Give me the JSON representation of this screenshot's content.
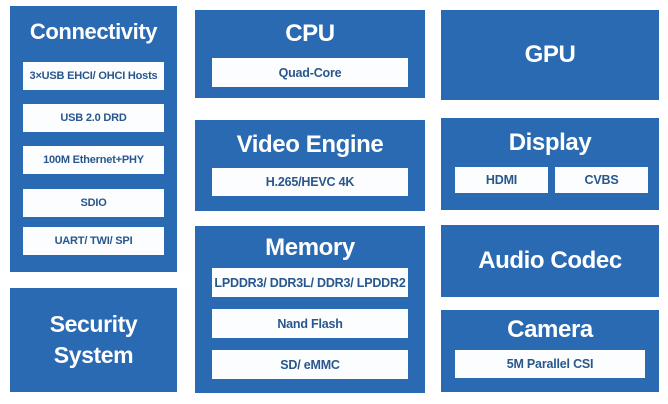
{
  "colors": {
    "page_bg": "#ffffff",
    "block_blue": "#2a6ab2",
    "box_bg": "#fbfdff",
    "box_text": "#29578c",
    "title_text": "#ffffff"
  },
  "blocks": {
    "connectivity": {
      "title": "Connectivity",
      "items": [
        "3×USB EHCI/ OHCI Hosts",
        "USB 2.0 DRD",
        "100M Ethernet+PHY",
        "SDIO",
        "UART/ TWI/ SPI"
      ]
    },
    "security_system": {
      "title_lines": [
        "Security",
        "System"
      ]
    },
    "cpu": {
      "title": "CPU",
      "items": [
        "Quad-Core"
      ]
    },
    "video_engine": {
      "title": "Video Engine",
      "items": [
        "H.265/HEVC 4K"
      ]
    },
    "memory": {
      "title": "Memory",
      "items": [
        "LPDDR3/ DDR3L/ DDR3/ LPDDR2",
        "Nand Flash",
        "SD/ eMMC"
      ]
    },
    "gpu": {
      "title": "GPU"
    },
    "display": {
      "title": "Display",
      "items": [
        "HDMI",
        "CVBS"
      ]
    },
    "audio_codec": {
      "title": "Audio Codec"
    },
    "camera": {
      "title": "Camera",
      "items": [
        "5M Parallel CSI"
      ]
    }
  }
}
